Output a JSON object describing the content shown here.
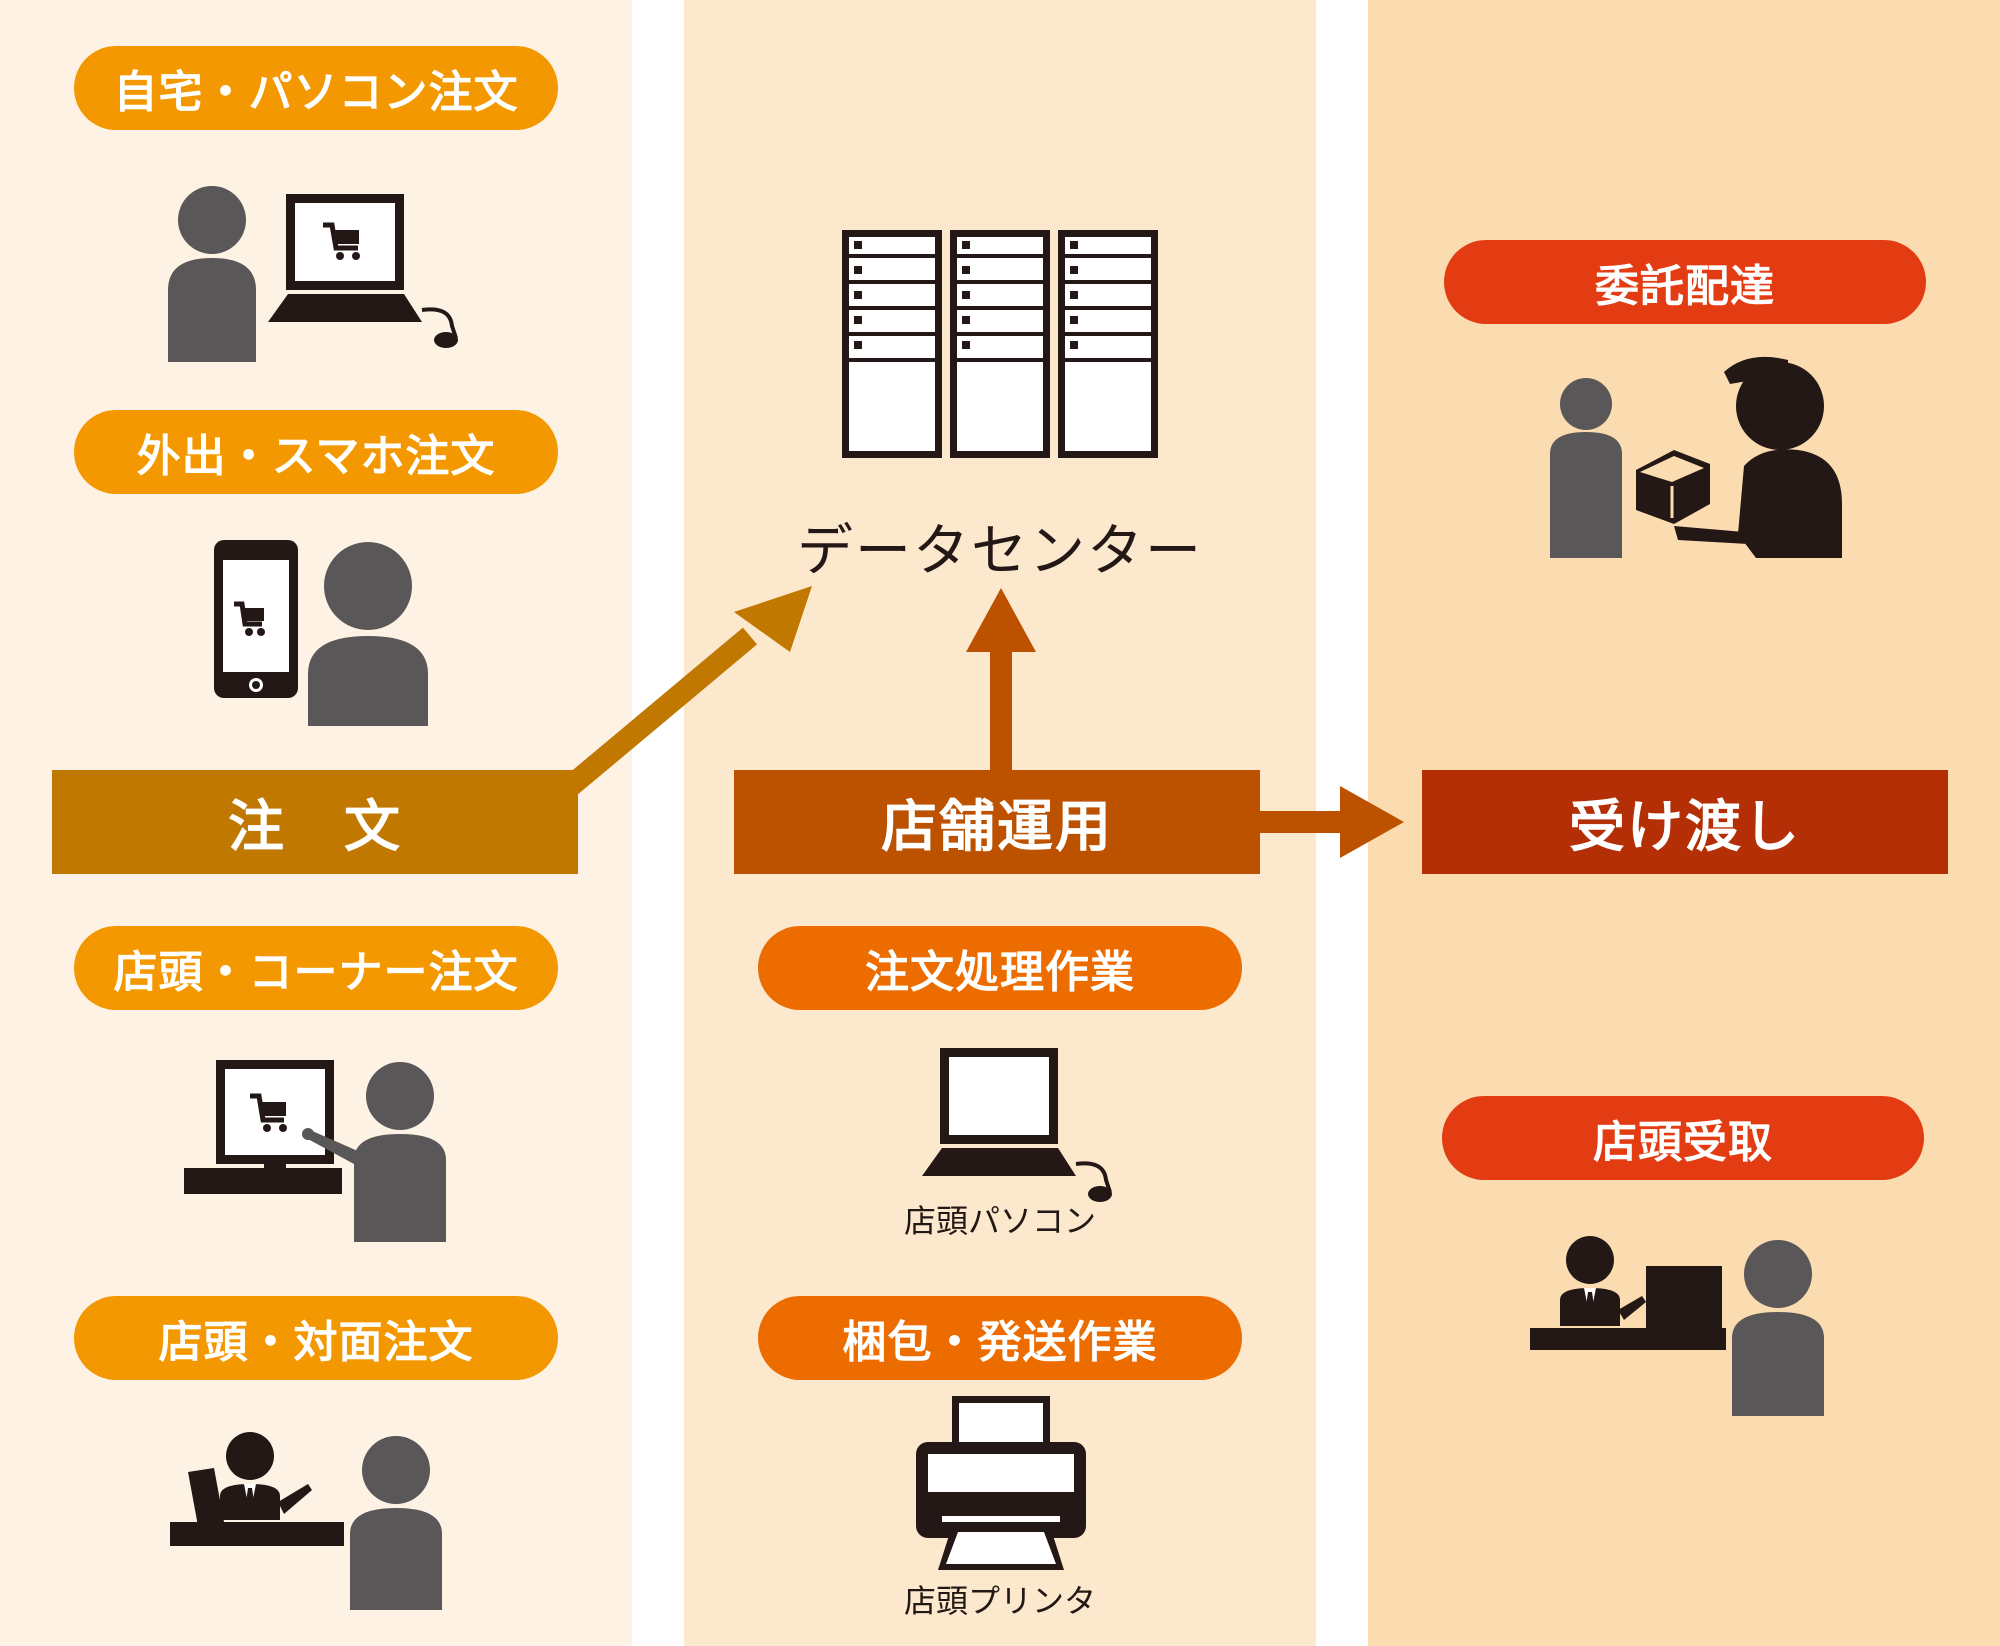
{
  "columns": {
    "order": {
      "bar_label": "注　文",
      "pills": [
        "自宅・パソコン注文",
        "外出・スマホ注文",
        "店頭・コーナー注文",
        "店頭・対面注文"
      ]
    },
    "store": {
      "bar_label": "店舗運用",
      "data_center_label": "データセンター",
      "pills": [
        "注文処理作業",
        "梱包・発送作業"
      ],
      "captions": [
        "店頭パソコン",
        "店頭プリンタ"
      ]
    },
    "handover": {
      "bar_label": "受け渡し",
      "pills": [
        "委託配達",
        "店頭受取"
      ]
    }
  },
  "colors": {
    "column_1_bg": "#fdf2e4",
    "column_2_bg": "#fbe8cd",
    "column_3_bg": "#fadcb0",
    "pill_orange": "#f39800",
    "pill_dark_orange": "#ec6c00",
    "pill_red": "#e33b12",
    "bar_order": "#c07800",
    "bar_store": "#bc5200",
    "bar_handover": "#b52f06",
    "person_gray": "#595757",
    "icon_black": "#231815"
  },
  "icons": [
    "person-with-laptop-icon",
    "smartphone-with-person-icon",
    "kiosk-touch-icon",
    "counter-staff-icon",
    "server-rack-icon",
    "laptop-icon",
    "printer-icon",
    "delivery-person-icon",
    "counter-pickup-icon"
  ]
}
